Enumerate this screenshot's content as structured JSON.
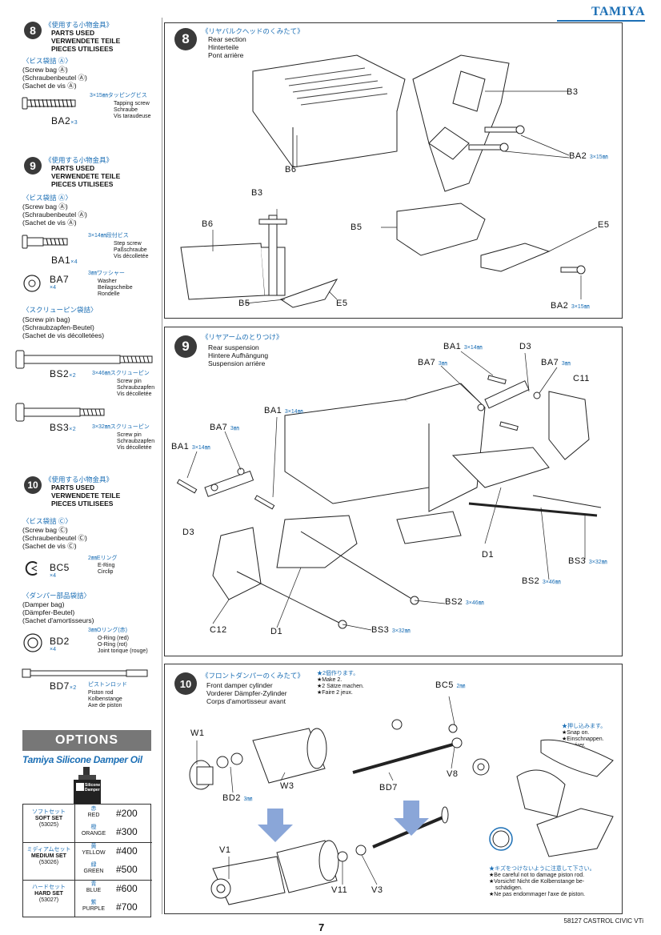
{
  "brand": "TAMIYA",
  "page_number": "7",
  "footer_model": "58127 CASTROL CIVIC VTi",
  "parts_used": {
    "jp": "《使用する小物金具》",
    "en": "PARTS USED",
    "de": "VERWENDETE TEILE",
    "fr": "PIECES UTILISEES"
  },
  "left_sections": [
    {
      "num": "8",
      "bag_jp": "〈ビス袋詰 Ⓐ〉",
      "bag_lines": [
        "(Screw bag Ⓐ)",
        "(Schraubenbeutel Ⓐ)",
        "(Sachet de vis Ⓐ)"
      ],
      "parts": [
        {
          "code": "BA2",
          "qty": "×3",
          "jp": "3×15㎜タッピングビス",
          "desc": [
            "Tapping screw",
            "Schraube",
            "Vis taraudeuse"
          ]
        }
      ]
    },
    {
      "num": "9",
      "bag_jp": "〈ビス袋詰 Ⓐ〉",
      "bag_lines": [
        "(Screw bag Ⓐ)",
        "(Schraubenbeutel Ⓐ)",
        "(Sachet de vis Ⓐ)"
      ],
      "parts": [
        {
          "code": "BA1",
          "qty": "×4",
          "jp": "3×14㎜段付ビス",
          "desc": [
            "Step screw",
            "Paßschraube",
            "Vis décolletée"
          ]
        },
        {
          "code": "BA7",
          "qty": "×4",
          "jp": "3㎜ワッシャー",
          "desc": [
            "Washer",
            "Beilagscheibe",
            "Rondelle"
          ]
        }
      ],
      "bag2_jp": "〈スクリューピン袋詰〉",
      "bag2_lines": [
        "(Screw pin bag)",
        "(Schraubzapfen-Beutel)",
        "(Sachet de vis décolletées)"
      ],
      "parts2": [
        {
          "code": "BS2",
          "qty": "×2",
          "jp": "3×46㎜スクリューピン",
          "desc": [
            "Screw pin",
            "Schraubzapfen",
            "Vis décolletée"
          ]
        },
        {
          "code": "BS3",
          "qty": "×2",
          "jp": "3×32㎜スクリューピン",
          "desc": [
            "Screw pin",
            "Schraubzapfen",
            "Vis décolletée"
          ]
        }
      ]
    },
    {
      "num": "10",
      "bag_jp": "〈ビス袋詰 Ⓒ〉",
      "bag_lines": [
        "(Screw bag Ⓒ)",
        "(Schraubenbeutel Ⓒ)",
        "(Sachet de vis Ⓒ)"
      ],
      "parts": [
        {
          "code": "BC5",
          "qty": "×4",
          "jp": "2㎜Eリング",
          "desc": [
            "E-Ring",
            "Circlip"
          ]
        }
      ],
      "bag2_jp": "〈ダンパー部品袋詰〉",
      "bag2_lines": [
        "(Damper bag)",
        "(Dämpfer-Beutel)",
        "(Sachet d'amortisseurs)"
      ],
      "parts2": [
        {
          "code": "BD2",
          "qty": "×4",
          "jp": "3㎜Oリング(赤)",
          "desc": [
            "O-Ring (red)",
            "O-Ring (rot)",
            "Joint torique (rouge)"
          ]
        },
        {
          "code": "BD7",
          "qty": "×2",
          "jp": "ピストンロッド",
          "desc": [
            "Piston rod",
            "Kolbenstange",
            "Axe de piston"
          ]
        }
      ]
    }
  ],
  "options": {
    "title": "OPTIONS",
    "subtitle": "Tamiya Silicone Damper Oil",
    "bottle_text": "Silicone Damper Oil",
    "sets": [
      {
        "jp": "ソフトセット",
        "en": "SOFT SET",
        "code": "(53025)",
        "oils": [
          {
            "jp": "赤",
            "color": "RED",
            "num": "#200"
          },
          {
            "jp": "橙",
            "color": "ORANGE",
            "num": "#300"
          }
        ]
      },
      {
        "jp": "ミディアムセット",
        "en": "MEDIUM SET",
        "code": "(53026)",
        "oils": [
          {
            "jp": "黄",
            "color": "YELLOW",
            "num": "#400"
          },
          {
            "jp": "緑",
            "color": "GREEN",
            "num": "#500"
          }
        ]
      },
      {
        "jp": "ハードセット",
        "en": "HARD SET",
        "code": "(53027)",
        "oils": [
          {
            "jp": "青",
            "color": "BLUE",
            "num": "#600"
          },
          {
            "jp": "紫",
            "color": "PURPLE",
            "num": "#700"
          }
        ]
      }
    ]
  },
  "steps": [
    {
      "num": "8",
      "jp": "《リヤバルクヘッドのくみたて》",
      "lines": [
        "Rear section",
        "Hinterteile",
        "Pont arrière"
      ],
      "callouts": [
        {
          "t": "B3",
          "s": ""
        },
        {
          "t": "BA2",
          "s": "3×15㎜"
        },
        {
          "t": "B6",
          "s": ""
        },
        {
          "t": "B3",
          "s": ""
        },
        {
          "t": "B6",
          "s": ""
        },
        {
          "t": "B5",
          "s": ""
        },
        {
          "t": "E5",
          "s": ""
        },
        {
          "t": "B5",
          "s": ""
        },
        {
          "t": "E5",
          "s": ""
        },
        {
          "t": "BA2",
          "s": "3×15㎜"
        }
      ]
    },
    {
      "num": "9",
      "jp": "《リヤアームのとりつけ》",
      "lines": [
        "Rear suspension",
        "Hintere Aufhängung",
        "Suspension arrière"
      ],
      "callouts": [
        {
          "t": "BA1",
          "s": "3×14㎜"
        },
        {
          "t": "D3",
          "s": ""
        },
        {
          "t": "BA7",
          "s": "3㎜"
        },
        {
          "t": "BA7",
          "s": "3㎜"
        },
        {
          "t": "C11",
          "s": ""
        },
        {
          "t": "BA1",
          "s": "3×14㎜"
        },
        {
          "t": "BA7",
          "s": "3㎜"
        },
        {
          "t": "BA1",
          "s": "3×14㎜"
        },
        {
          "t": "D3",
          "s": ""
        },
        {
          "t": "D1",
          "s": ""
        },
        {
          "t": "BS3",
          "s": "3×32㎜"
        },
        {
          "t": "BS2",
          "s": "3×46㎜"
        },
        {
          "t": "BS2",
          "s": "3×46㎜"
        },
        {
          "t": "C12",
          "s": ""
        },
        {
          "t": "D1",
          "s": ""
        },
        {
          "t": "BS3",
          "s": "3×32㎜"
        }
      ]
    },
    {
      "num": "10",
      "jp": "《フロントダンパーのくみたて》",
      "lines": [
        "Front damper cylinder",
        "Vorderer Dämpfer-Zylinder",
        "Corps d'amortisseur avant"
      ],
      "make": [
        "★2個作ります。",
        "★Make 2.",
        "★2 Sätze machen.",
        "★Faire 2 jeux."
      ],
      "snap": [
        "★押し込みます。",
        "★Snap on.",
        "★Einschnappen.",
        "★Insérer."
      ],
      "careful": [
        "★キズをつけないように注意して下さい。",
        "★Be careful not to damage piston rod.",
        "★Vorsicht! Nicht die Kolbenstange be-",
        "schädigen.",
        "★Ne pas endommager l'axe de piston."
      ],
      "callouts": [
        {
          "t": "BC5",
          "s": "2㎜"
        },
        {
          "t": "W1",
          "s": ""
        },
        {
          "t": "BD2",
          "s": "3㎜"
        },
        {
          "t": "W3",
          "s": ""
        },
        {
          "t": "BD7",
          "s": ""
        },
        {
          "t": "V8",
          "s": ""
        },
        {
          "t": "V1",
          "s": ""
        },
        {
          "t": "V11",
          "s": ""
        },
        {
          "t": "V3",
          "s": ""
        }
      ]
    }
  ]
}
